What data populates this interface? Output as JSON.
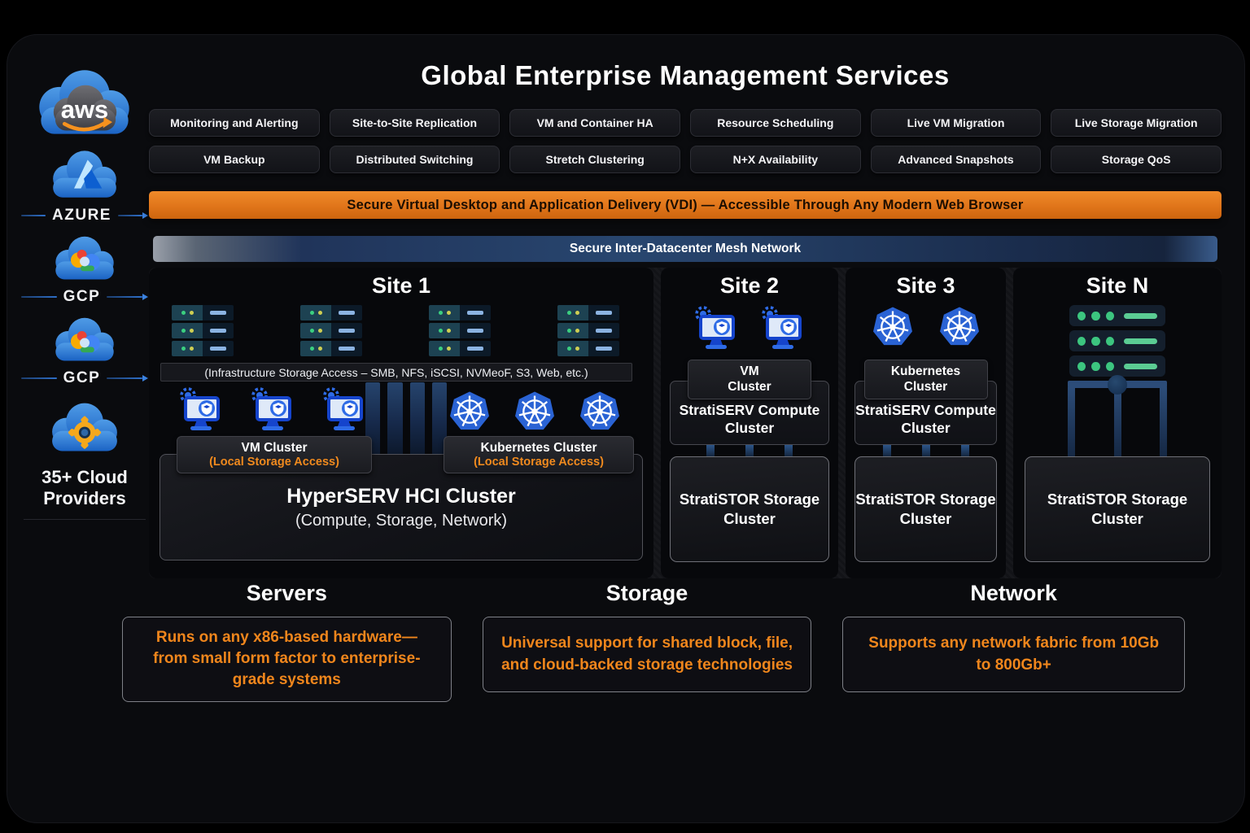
{
  "colors": {
    "accent_orange": "#ef8420",
    "banner_navy": "#28466f",
    "icon_blue": "#2e6be6",
    "status_green": "#3cc57f"
  },
  "header": {
    "title": "Global Enterprise Management Services"
  },
  "sidebar": {
    "items": [
      {
        "icon": "aws-cloud-icon",
        "label": ""
      },
      {
        "icon": "azure-cloud-icon",
        "label": "AZURE"
      },
      {
        "icon": "gcp-cloud-icon",
        "label": "GCP"
      },
      {
        "icon": "gcp-cloud-icon",
        "label": "GCP"
      },
      {
        "icon": "multi-cloud-gear-icon",
        "label": ""
      }
    ],
    "caption": "35+ Cloud Providers"
  },
  "features": [
    "Monitoring and Alerting",
    "Site-to-Site Replication",
    "VM and Container HA",
    "Resource Scheduling",
    "Live VM Migration",
    "Live Storage Migration",
    "VM Backup",
    "Distributed Switching",
    "Stretch Clustering",
    "N+X Availability",
    "Advanced Snapshots",
    "Storage QoS"
  ],
  "banners": {
    "vdi": "Secure Virtual Desktop and Application Delivery (VDI) — Accessible Through Any Modern Web Browser",
    "mesh": "Secure Inter-Datacenter Mesh Network"
  },
  "sites": {
    "site1": {
      "title": "Site 1",
      "storage_access": "(Infrastructure Storage Access – SMB, NFS, iSCSI, NVMeoF, S3, Web, etc.)",
      "vm_cluster_title": "VM Cluster",
      "vm_cluster_subtitle": "(Local Storage Access)",
      "k8s_cluster_title": "Kubernetes Cluster",
      "k8s_cluster_subtitle": "(Local Storage Access)",
      "hci_title": "HyperSERV HCI Cluster",
      "hci_subtitle": "(Compute, Storage, Network)"
    },
    "site2": {
      "title": "Site 2",
      "cluster_label": "VM\nCluster",
      "compute_label": "StratiSERV Compute Cluster",
      "storage_label": "StratiSTOR Storage Cluster"
    },
    "site3": {
      "title": "Site 3",
      "cluster_label": "Kubernetes\nCluster",
      "compute_label": "StratiSERV Compute Cluster",
      "storage_label": "StratiSTOR Storage Cluster"
    },
    "siteN": {
      "title": "Site N",
      "storage_label": "StratiSTOR Storage Cluster"
    }
  },
  "bottom": [
    {
      "heading": "Servers",
      "body": "Runs on any x86-based hardware—from small form factor to enterprise-grade systems"
    },
    {
      "heading": "Storage",
      "body": "Universal support for shared block, file, and cloud-backed storage technologies"
    },
    {
      "heading": "Network",
      "body": "Supports any network fabric from 10Gb to 800Gb+"
    }
  ]
}
